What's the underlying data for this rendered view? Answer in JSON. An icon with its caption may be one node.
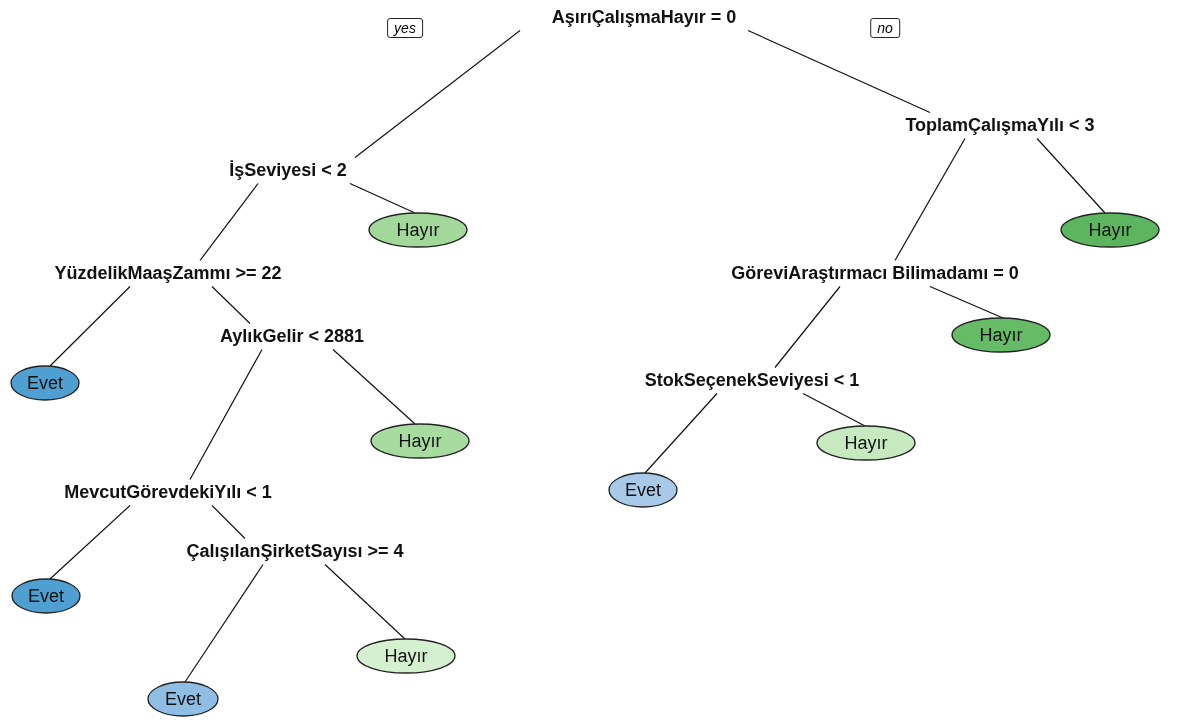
{
  "diagram": {
    "nodes": [
      {
        "text": [
          "AşırıÇalışmaHayır = 0"
        ]
      },
      {
        "text": [
          "İşSeviyesi < 2"
        ]
      },
      {
        "text": [
          "ToplamÇalışmaYılı < 3"
        ]
      },
      {
        "text": [
          "YüzdelikMaaşZammı >= 22"
        ]
      },
      {
        "text": [
          "Hayır"
        ]
      },
      {
        "text": [
          "Evet"
        ]
      },
      {
        "text": [
          "AylıkGelir < 2881"
        ]
      },
      {
        "text": [
          "MevcutGörevdekiYılı < 1"
        ]
      },
      {
        "text": [
          "Hayır"
        ]
      },
      {
        "text": [
          "Evet"
        ]
      },
      {
        "text": [
          "ÇalışılanŞirketSayısı >= 4"
        ]
      },
      {
        "text": [
          "Evet"
        ]
      },
      {
        "text": [
          "Hayır"
        ]
      },
      {
        "text": [
          "GöreviAraştırmacı Bilimadamı = 0"
        ]
      },
      {
        "text": [
          "Hayır"
        ]
      },
      {
        "text": [
          "StokSeçenekSeviyesi < 1"
        ]
      },
      {
        "text": [
          "Hayır"
        ]
      },
      {
        "text": [
          "Evet"
        ]
      },
      {
        "text": [
          "Hayır"
        ]
      }
    ],
    "edges": [
      {
        "from": 0,
        "to": 1,
        "arrow": "none"
      },
      {
        "from": 0,
        "to": 2,
        "arrow": "none"
      },
      {
        "from": 1,
        "to": 3,
        "arrow": "none"
      },
      {
        "from": 1,
        "to": 4,
        "arrow": "none"
      },
      {
        "from": 2,
        "to": 13,
        "arrow": "none"
      },
      {
        "from": 2,
        "to": 14,
        "arrow": "none"
      },
      {
        "from": 3,
        "to": 5,
        "arrow": "none"
      },
      {
        "from": 3,
        "to": 6,
        "arrow": "none"
      },
      {
        "from": 6,
        "to": 7,
        "arrow": "none"
      },
      {
        "from": 6,
        "to": 8,
        "arrow": "none"
      },
      {
        "from": 7,
        "to": 9,
        "arrow": "none"
      },
      {
        "from": 7,
        "to": 10,
        "arrow": "none"
      },
      {
        "from": 10,
        "to": 11,
        "arrow": "none"
      },
      {
        "from": 10,
        "to": 12,
        "arrow": "none"
      },
      {
        "from": 13,
        "to": 15,
        "arrow": "none"
      },
      {
        "from": 13,
        "to": 16,
        "arrow": "none"
      },
      {
        "from": 15,
        "to": 17,
        "arrow": "none"
      },
      {
        "from": 15,
        "to": 18,
        "arrow": "none"
      }
    ],
    "labels": [
      "yes",
      "no"
    ]
  }
}
